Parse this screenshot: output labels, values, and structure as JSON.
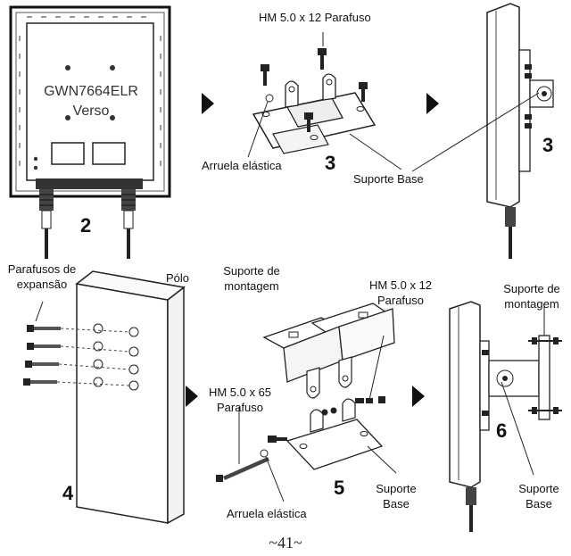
{
  "device": {
    "model": "GWN7664ELR",
    "side": "Verso"
  },
  "labels": {
    "screw_hm_5x12_top": "HM 5.0 x 12 Parafuso",
    "spring_washer_top": "Arruela elástica",
    "base_bracket_top": "Suporte Base",
    "expansion_screws": [
      "Parafusos de",
      "expansão"
    ],
    "pole": "Pólo",
    "mounting_bracket_mid": [
      "Suporte de",
      "montagem"
    ],
    "screw_hm_5x12_mid": [
      "HM 5.0 x 12",
      "Parafuso"
    ],
    "screw_hm_5x65": [
      "HM 5.0 x 65",
      "Parafuso"
    ],
    "spring_washer_bottom": "Arruela elástica",
    "base_bracket_bottom": [
      "Suporte",
      "Base"
    ],
    "mounting_bracket_right": [
      "Suporte de",
      "montagem"
    ],
    "base_bracket_right": [
      "Suporte",
      "Base"
    ]
  },
  "steps": {
    "s2": "2",
    "s3a": "3",
    "s3b": "3",
    "s4": "4",
    "s5": "5",
    "s6": "6"
  },
  "page_number": "~41~"
}
